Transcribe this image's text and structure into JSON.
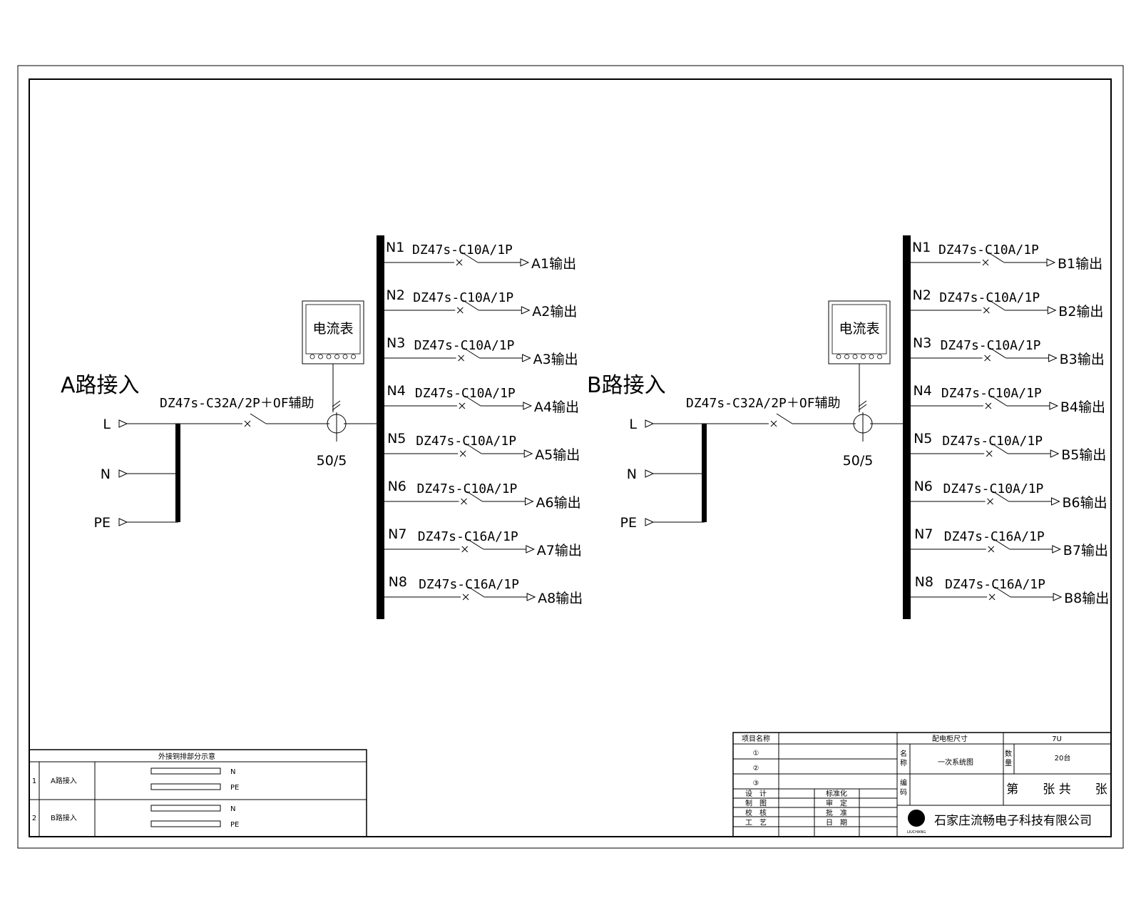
{
  "diagram": {
    "sections": [
      {
        "title": "A路接入",
        "inputs": [
          "L",
          "N",
          "PE"
        ],
        "main_breaker": "DZ47s-C32A/2P＋OF辅助",
        "meter": "电流表",
        "ct_ratio": "50/5",
        "branches": [
          {
            "id": "N1",
            "breaker": "DZ47s-C10A/1P",
            "output": "A1输出"
          },
          {
            "id": "N2",
            "breaker": "DZ47s-C10A/1P",
            "output": "A2输出"
          },
          {
            "id": "N3",
            "breaker": "DZ47s-C10A/1P",
            "output": "A3输出"
          },
          {
            "id": "N4",
            "breaker": "DZ47s-C10A/1P",
            "output": "A4输出"
          },
          {
            "id": "N5",
            "breaker": "DZ47s-C10A/1P",
            "output": "A5输出"
          },
          {
            "id": "N6",
            "breaker": "DZ47s-C10A/1P",
            "output": "A6输出"
          },
          {
            "id": "N7",
            "breaker": "DZ47s-C16A/1P",
            "output": "A7输出"
          },
          {
            "id": "N8",
            "breaker": "DZ47s-C16A/1P",
            "output": "A8输出"
          }
        ]
      },
      {
        "title": "B路接入",
        "inputs": [
          "L",
          "N",
          "PE"
        ],
        "main_breaker": "DZ47s-C32A/2P＋OF辅助",
        "meter": "电流表",
        "ct_ratio": "50/5",
        "branches": [
          {
            "id": "N1",
            "breaker": "DZ47s-C10A/1P",
            "output": "B1输出"
          },
          {
            "id": "N2",
            "breaker": "DZ47s-C10A/1P",
            "output": "B2输出"
          },
          {
            "id": "N3",
            "breaker": "DZ47s-C10A/1P",
            "output": "B3输出"
          },
          {
            "id": "N4",
            "breaker": "DZ47s-C10A/1P",
            "output": "B4输出"
          },
          {
            "id": "N5",
            "breaker": "DZ47s-C10A/1P",
            "output": "B5输出"
          },
          {
            "id": "N6",
            "breaker": "DZ47s-C10A/1P",
            "output": "B6输出"
          },
          {
            "id": "N7",
            "breaker": "DZ47s-C16A/1P",
            "output": "B7输出"
          },
          {
            "id": "N8",
            "breaker": "DZ47s-C16A/1P",
            "output": "B8输出"
          }
        ]
      }
    ]
  },
  "busbar_table": {
    "title": "外接铜排部分示意",
    "rows": [
      {
        "num": "1",
        "name": "A路接入",
        "bars": [
          "N",
          "PE"
        ]
      },
      {
        "num": "2",
        "name": "B路接入",
        "bars": [
          "N",
          "PE"
        ]
      }
    ]
  },
  "title_block": {
    "project_name_label": "项目名称",
    "cabinet_size_label": "配电柜尺寸",
    "cabinet_size_value": "7U",
    "items": [
      "①",
      "②",
      "③"
    ],
    "name_label": "名\n称",
    "name_value": "一次系统图",
    "qty_label": "数\n量",
    "qty_value": "20台",
    "code_label": "编\n码",
    "sheet_text": "第　　张 共　　张",
    "sign_rows": [
      {
        "left": "设　计",
        "right": "标准化"
      },
      {
        "left": "制　图",
        "right": "审　定"
      },
      {
        "left": "校　核",
        "right": "批　准"
      },
      {
        "left": "工　艺",
        "right": "日　期"
      }
    ],
    "company": "石家庄流畅电子科技有限公司",
    "logo_text": "LIUCHANG"
  }
}
